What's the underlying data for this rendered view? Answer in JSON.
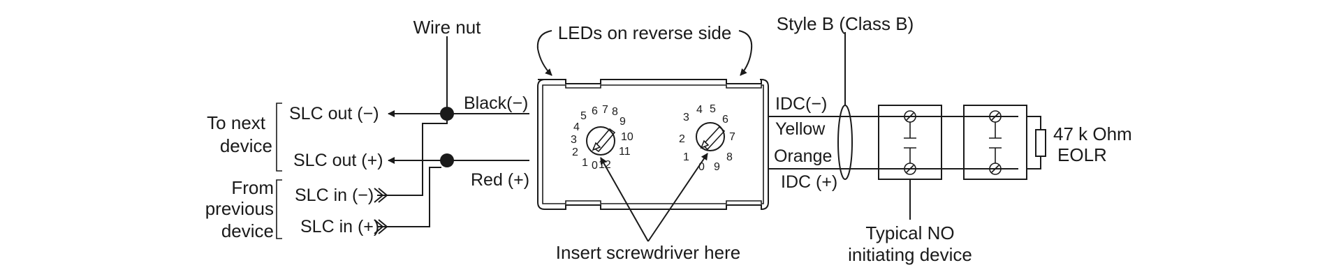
{
  "labels": {
    "wire_nut": "Wire nut",
    "leds": "LEDs on reverse side",
    "style_b": "Style B (Class B)",
    "to_next_1": "To next",
    "to_next_2": "device",
    "slc_out_neg": "SLC out (−)",
    "slc_out_pos": "SLC out (+)",
    "from_prev_1": "From",
    "from_prev_2": "previous",
    "from_prev_3": "device",
    "slc_in_neg": "SLC in (−)",
    "slc_in_pos": "SLC in (+)",
    "black": "Black(−)",
    "red": "Red (+)",
    "idc_neg": "IDC(−)",
    "yellow": "Yellow",
    "orange": "Orange",
    "idc_pos": "IDC (+)",
    "eolr_1": "47 k Ohm",
    "eolr_2": "EOLR",
    "no_device_1": "Typical NO",
    "no_device_2": "initiating device",
    "screwdriver": "Insert screwdriver here"
  },
  "dial_tens": [
    "0",
    "1",
    "2",
    "3",
    "4",
    "5",
    "6",
    "7",
    "8",
    "9",
    "10",
    "11",
    "12"
  ],
  "dial_ones": [
    "0",
    "1",
    "2",
    "3",
    "4",
    "5",
    "6",
    "7",
    "8",
    "9"
  ],
  "colors": {
    "line": "#1a1a1a",
    "background": "#ffffff"
  }
}
